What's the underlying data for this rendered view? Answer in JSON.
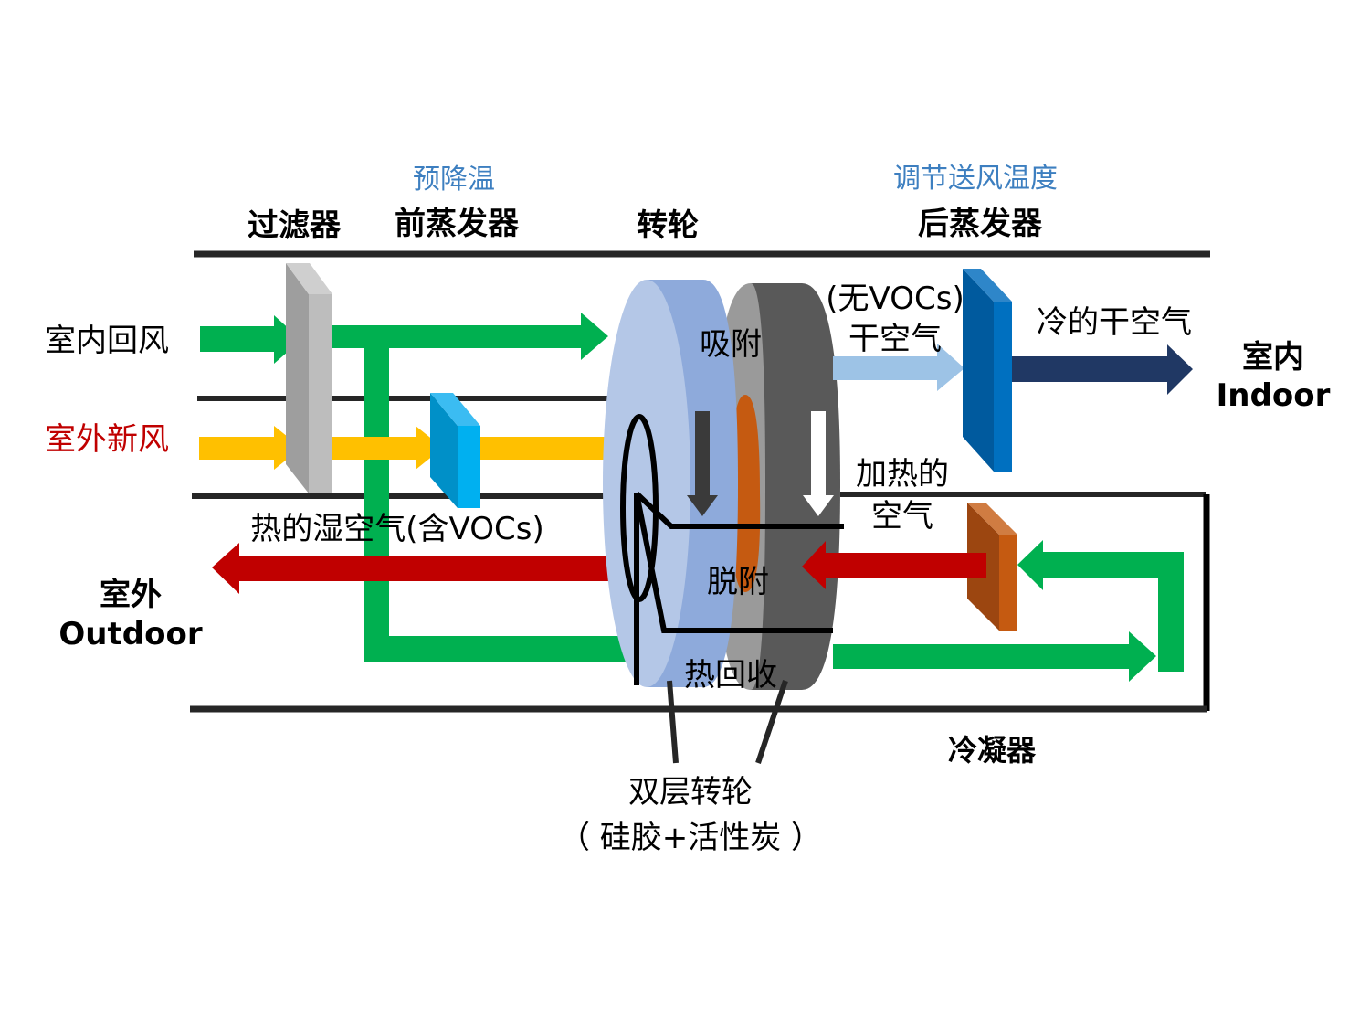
{
  "colors": {
    "green": "#00b050",
    "yellow": "#ffc000",
    "red": "#c00000",
    "light_blue_arrow": "#9dc3e6",
    "navy_arrow": "#203864",
    "duct_line": "#262626",
    "annotation_blue": "#3d7fc0",
    "filter_gray": "#a0a0a0",
    "pre_evaporator": "#0090c8",
    "post_evaporator": "#0070c0",
    "condenser": "#c55a11",
    "silica_wheel": "#8eaadb",
    "carbon_wheel": "#595959"
  },
  "headers": {
    "filter": "过滤器",
    "pre_evaporator_note": "预降温",
    "pre_evaporator": "前蒸发器",
    "wheel": "转轮",
    "post_evaporator_note": "调节送风温度",
    "post_evaporator": "后蒸发器",
    "condenser": "冷凝器"
  },
  "inlets": {
    "indoor_return": "室内回风",
    "outdoor_fresh": "室外新风"
  },
  "destinations": {
    "indoor_cn": "室内",
    "indoor_en": "Indoor",
    "outdoor_cn": "室外",
    "outdoor_en": "Outdoor"
  },
  "flows": {
    "no_vocs": "(无VOCs)",
    "dry_air": "干空气",
    "cold_dry_air": "冷的干空气",
    "hot_humid_air": "热的湿空气(含VOCs)",
    "heated_line1": "加热的",
    "heated_line2": "空气"
  },
  "wheel_zones": {
    "adsorption": "吸附",
    "desorption": "脱附",
    "heat_recovery": "热回收"
  },
  "wheel_caption": {
    "line1": "双层转轮",
    "line2": "（ 硅胶+活性炭 ）"
  }
}
